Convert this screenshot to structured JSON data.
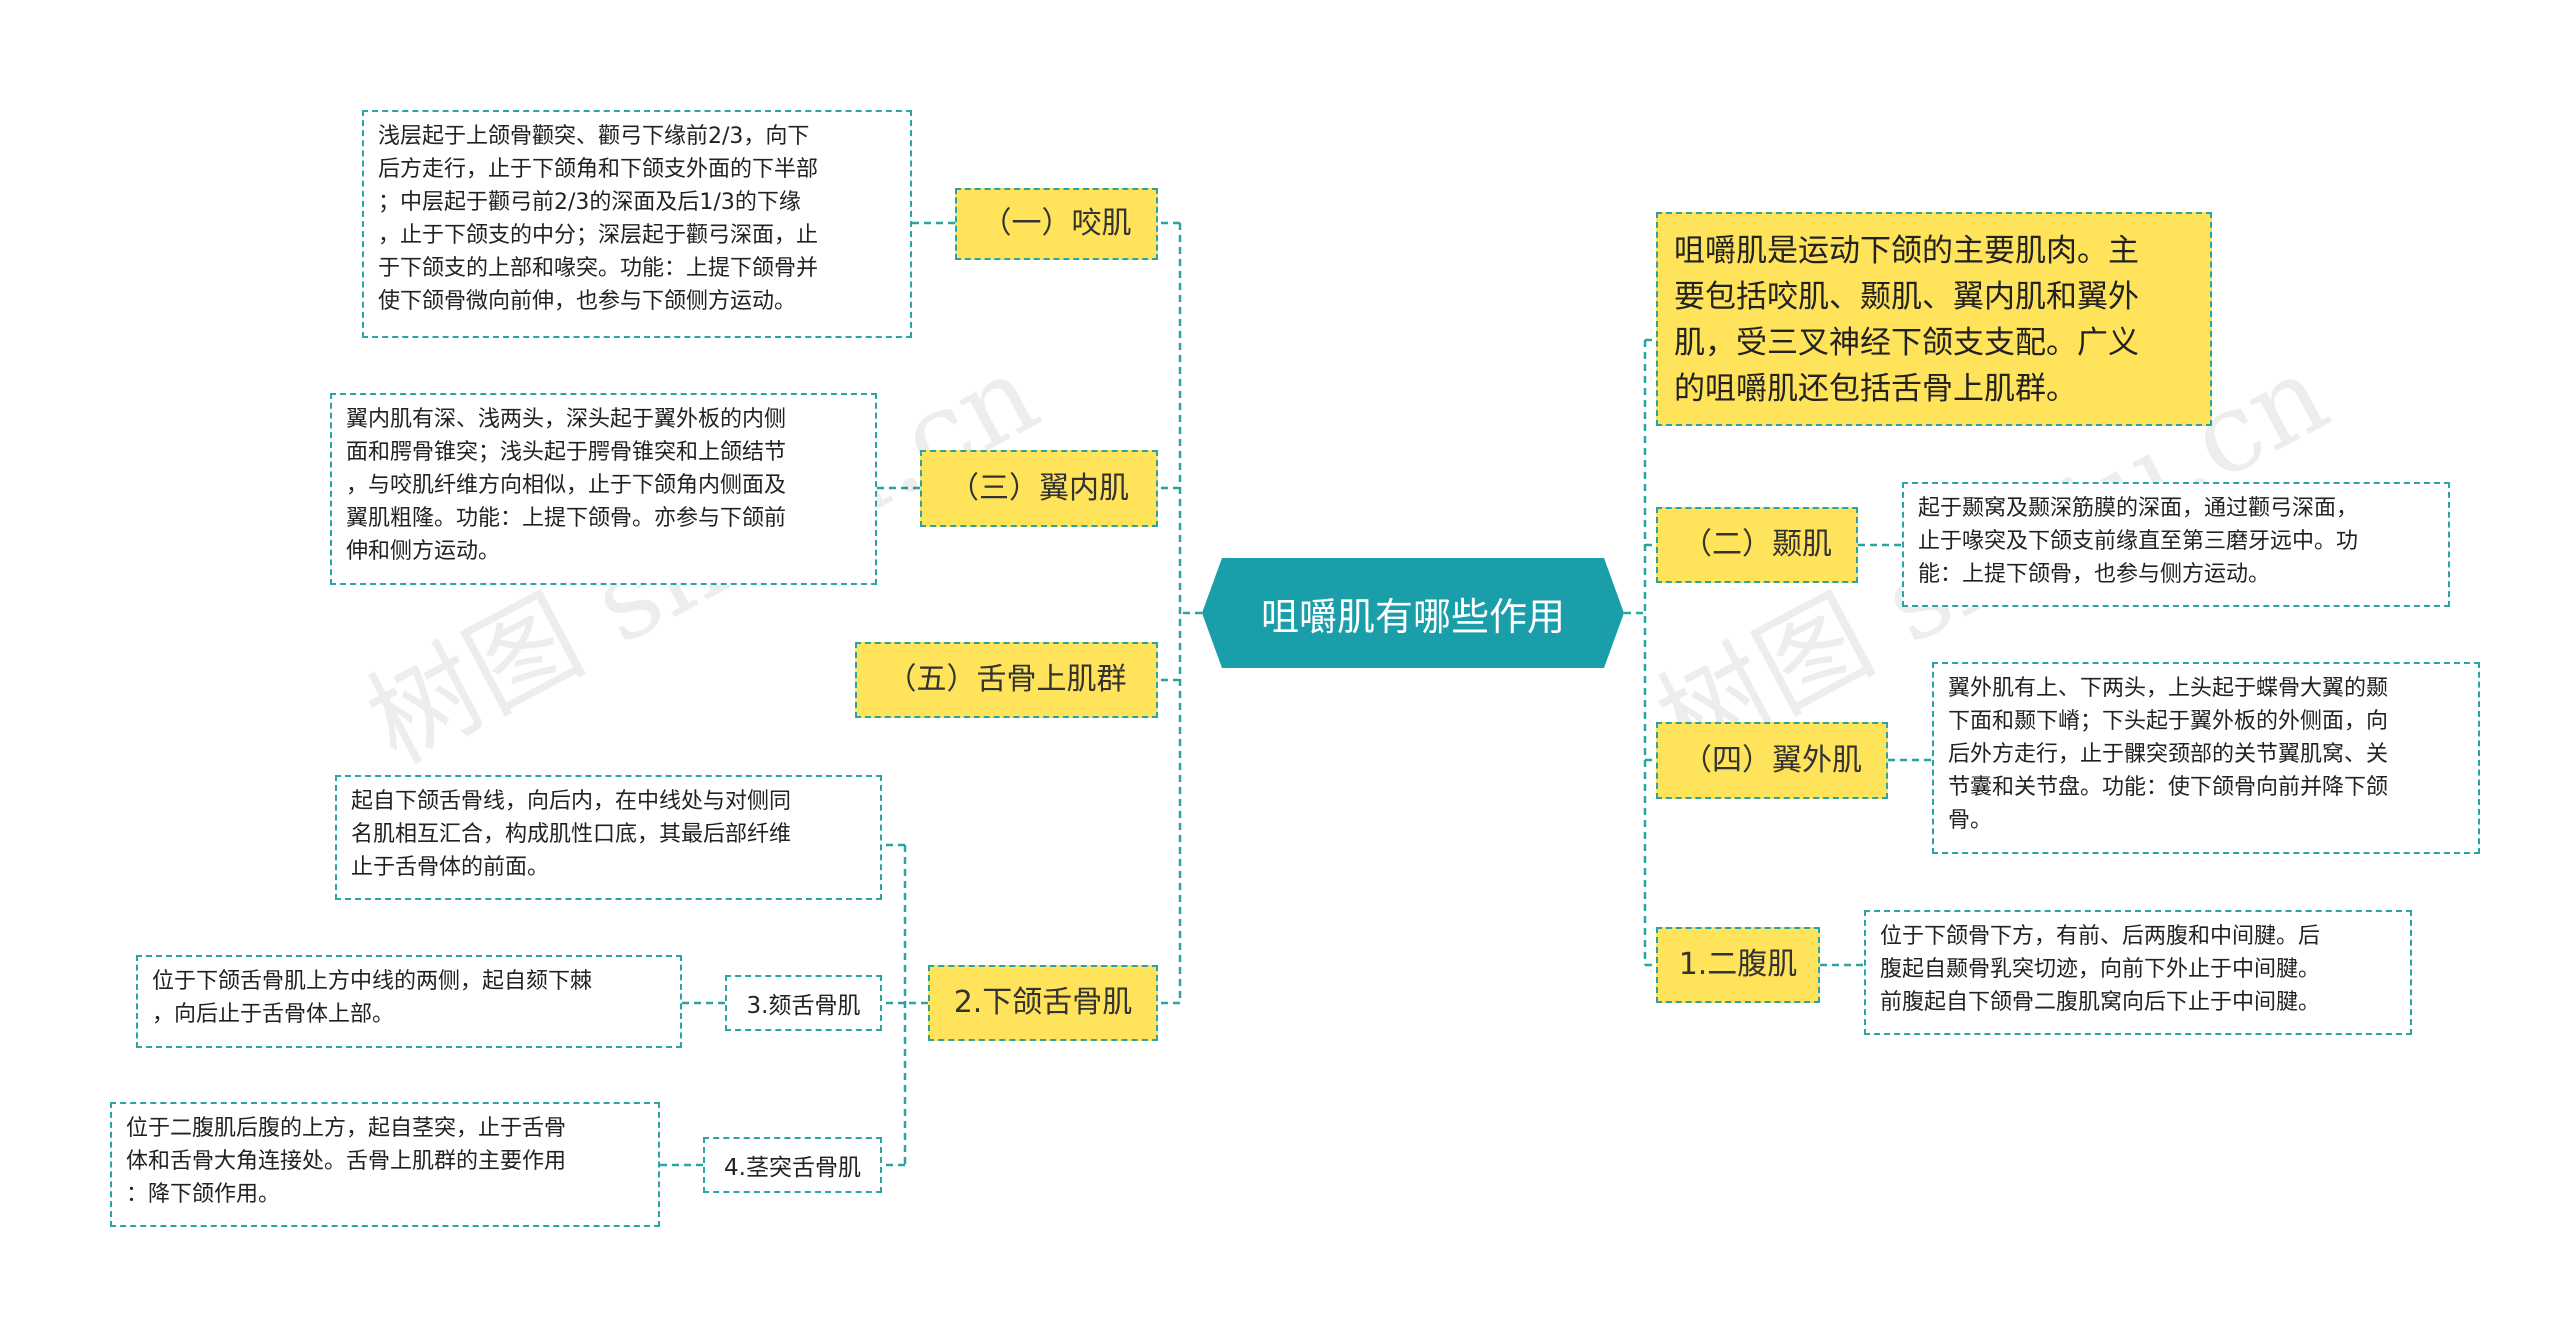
{
  "central": {
    "title": "咀嚼肌有哪些作用"
  },
  "left": {
    "masseter": {
      "label": "（一）咬肌",
      "note": "浅层起于上颌骨颧突、颧弓下缘前2/3，向下\n后方走行，止于下颌角和下颌支外面的下半部\n；中层起于颧弓前2/3的深面及后1/3的下缘\n，止于下颌支的中分；深层起于颧弓深面，止\n于下颌支的上部和喙突。功能：上提下颌骨并\n使下颌骨微向前伸，也参与下颌侧方运动。"
    },
    "medial_pterygoid": {
      "label": "（三）翼内肌",
      "note": "翼内肌有深、浅两头，深头起于翼外板的内侧\n面和腭骨锥突；浅头起于腭骨锥突和上颌结节\n，与咬肌纤维方向相似，止于下颌角内侧面及\n翼肌粗隆。功能：上提下颌骨。亦参与下颌前\n伸和侧方运动。"
    },
    "suprahyoid": {
      "label": "（五）舌骨上肌群"
    },
    "mylohyoid": {
      "label": "2.下颌舌骨肌",
      "note": "起自下颌舌骨线，向后内，在中线处与对侧同\n名肌相互汇合，构成肌性口底，其最后部纤维\n止于舌骨体的前面。"
    },
    "geniohyoid": {
      "label": "3.颏舌骨肌",
      "note": "位于下颌舌骨肌上方中线的两侧，起自颏下棘\n，向后止于舌骨体上部。"
    },
    "stylohyoid": {
      "label": "4.茎突舌骨肌",
      "note": "位于二腹肌后腹的上方，起自茎突，止于舌骨\n体和舌骨大角连接处。舌骨上肌群的主要作用\n：降下颌作用。"
    }
  },
  "right": {
    "summary": "咀嚼肌是运动下颌的主要肌肉。主\n要包括咬肌、颞肌、翼内肌和翼外\n肌，受三叉神经下颌支支配。广义\n的咀嚼肌还包括舌骨上肌群。",
    "temporalis": {
      "label": "（二）颞肌",
      "note": "起于颞窝及颞深筋膜的深面，通过颧弓深面，\n止于喙突及下颌支前缘直至第三磨牙远中。功\n能：上提下颌骨，也参与侧方运动。"
    },
    "lateral_pterygoid": {
      "label": "（四）翼外肌",
      "note": "翼外肌有上、下两头，上头起于蝶骨大翼的颞\n下面和颞下嵴；下头起于翼外板的外侧面，向\n后外方走行，止于髁突颈部的关节翼肌窝、关\n节囊和关节盘。功能：使下颌骨向前并降下颌\n骨。"
    },
    "digastric": {
      "label": "1.二腹肌",
      "note": "位于下颌骨下方，有前、后两腹和中间腱。后\n腹起自颞骨乳突切迹，向前下外止于中间腱。\n前腹起自下颌骨二腹肌窝向后下止于中间腱。"
    }
  },
  "watermarks": [
    "树图 shutu.cn",
    "树图 shutu.cn"
  ],
  "colors": {
    "central": "#1a9eaa",
    "topic": "#ffe35a",
    "line": "#2aa3a3"
  }
}
